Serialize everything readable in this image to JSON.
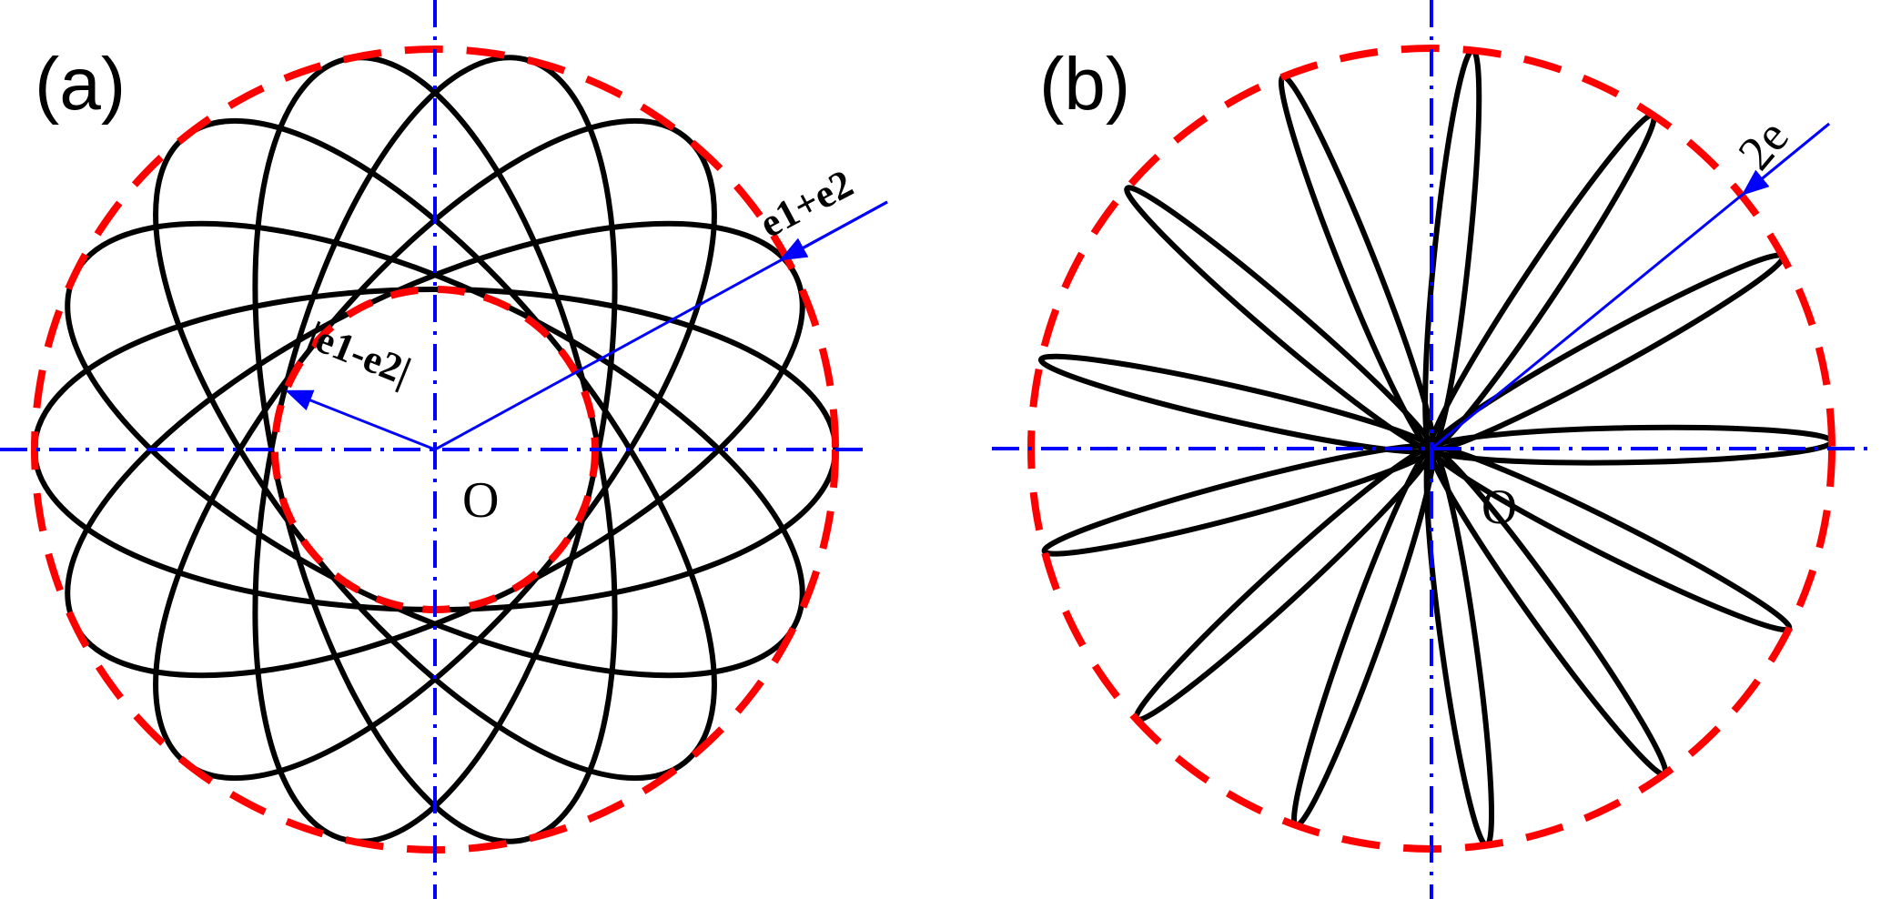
{
  "panel_a": {
    "label": "(a)",
    "outer_radius_label": "e1+e2",
    "outer_radius_parts": [
      "e",
      "1",
      "+e",
      "2"
    ],
    "inner_radius_label": "|e1-e2|",
    "inner_radius_parts": [
      "|e",
      "1",
      "-e",
      "2",
      "|"
    ],
    "origin_label": "O",
    "ellipse_count": 7
  },
  "panel_b": {
    "label": "(b)",
    "radius_label": "2e",
    "origin_label": "O",
    "petal_count": 13
  },
  "colors": {
    "curve": "#000000",
    "boundary_circle": "#ff0000",
    "axis": "#0000ff",
    "radius_arrow": "#0000ff"
  }
}
